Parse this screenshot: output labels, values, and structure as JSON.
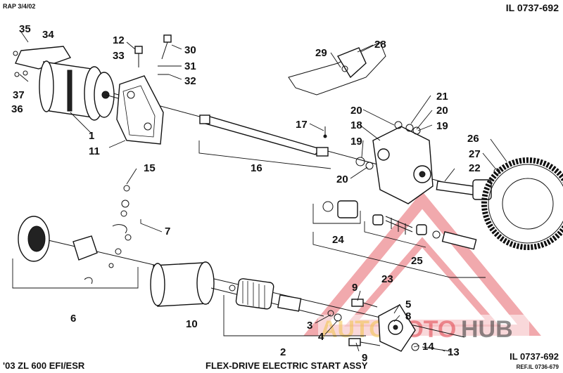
{
  "header": {
    "top_left": "RAP 3/4/02",
    "top_right": "IL 0737-692",
    "bottom_left": "'03 ZL 600 EFI/ESR",
    "bottom_center": "FLEX-DRIVE ELECTRIC START ASSY",
    "bottom_right": "IL 0737-692",
    "bottom_ref": "REF.IL 0736-679"
  },
  "callouts": {
    "c35": "35",
    "c34": "34",
    "c37": "37",
    "c36": "36",
    "c1": "1",
    "c11": "11",
    "c12": "12",
    "c33": "33",
    "c30": "30",
    "c31": "31",
    "c32": "32",
    "c29": "29",
    "c28": "28",
    "c21": "21",
    "c20a": "20",
    "c20b": "20",
    "c19a": "19",
    "c17": "17",
    "c18": "18",
    "c19b": "19",
    "c26": "26",
    "c27": "27",
    "c22": "22",
    "c20c": "20",
    "c16": "16",
    "c15": "15",
    "c7": "7",
    "c24": "24",
    "c25": "25",
    "c23": "23",
    "c6": "6",
    "c10": "10",
    "c9a": "9",
    "c5": "5",
    "c8": "8",
    "c3": "3",
    "c4": "4",
    "c2": "2",
    "c9b": "9",
    "c14": "14",
    "c13": "13"
  },
  "watermark": {
    "text_auto": "AUTO",
    "text_moto": "MOTO",
    "text_hub": "HUB",
    "color_auto": "#f2c44a",
    "color_moto": "#e0404a",
    "color_hub": "#333333"
  }
}
